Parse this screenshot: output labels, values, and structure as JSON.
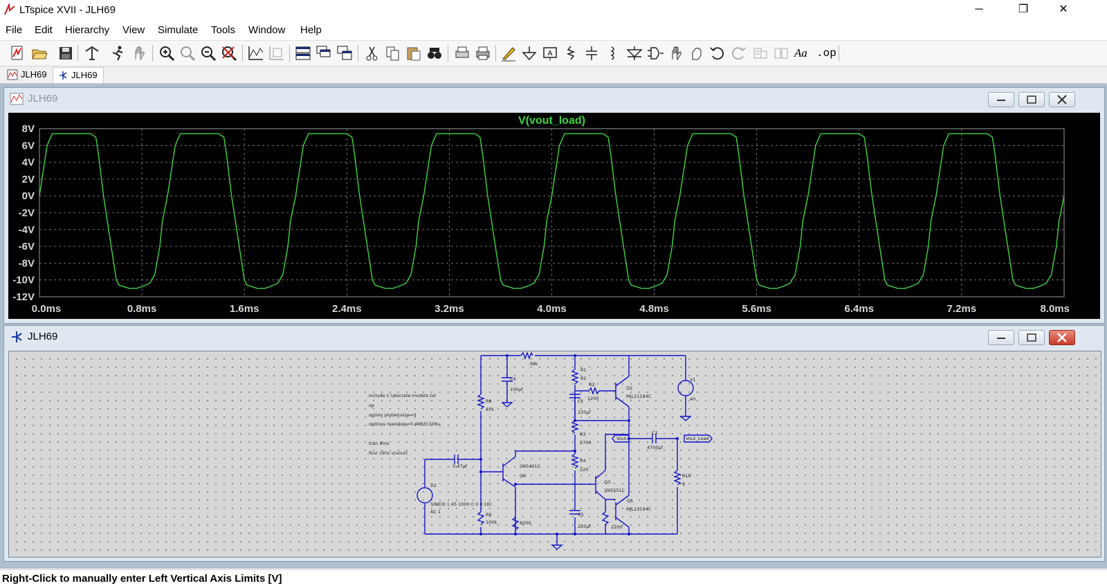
{
  "window": {
    "title": "LTspice XVII - JLH69",
    "minimize_glyph": "─",
    "maximize_glyph": "❐",
    "close_glyph": "✕"
  },
  "menu": [
    "File",
    "Edit",
    "Hierarchy",
    "View",
    "Simulate",
    "Tools",
    "Window",
    "Help"
  ],
  "toolbar": {
    "icons": [
      "new-schematic-icon",
      "open-icon",
      "save-icon",
      "control-panel-icon",
      "run-icon",
      "halt-icon",
      "zoom-in-icon",
      "zoom-area-icon",
      "zoom-out-icon",
      "zoom-full-icon",
      "autorange-icon",
      "plot-settings-icon",
      "tile-horizontal-icon",
      "cascade-icon",
      "tile-vertical-icon",
      "cut-icon",
      "copy-icon",
      "paste-icon",
      "find-icon",
      "print-preview-icon",
      "print-icon",
      "draw-wire-icon",
      "ground-icon",
      "label-net-icon",
      "resistor-icon",
      "capacitor-icon",
      "inductor-icon",
      "diode-icon",
      "component-icon",
      "move-icon",
      "drag-icon",
      "undo-icon",
      "redo-icon",
      "rotate-icon",
      "mirror-icon",
      "text-icon",
      "spice-directive-icon"
    ],
    "op_label": ".op",
    "text_label": "Aa"
  },
  "tabs": [
    {
      "label": "JLH69",
      "icon": "waveform-icon",
      "active": false
    },
    {
      "label": "JLH69",
      "icon": "schematic-icon",
      "active": true
    }
  ],
  "plot_window": {
    "title": "JLH69",
    "trace_name": "V(vout_load)",
    "trace_color": "#3fd63f",
    "chart_data": {
      "type": "line",
      "title": "V(vout_load)",
      "x_unit": "ms",
      "ylim": [
        -12,
        8
      ],
      "xlim": [
        0.0,
        8.0
      ],
      "x_ticks": [
        "0.0ms",
        "0.8ms",
        "1.6ms",
        "2.4ms",
        "3.2ms",
        "4.0ms",
        "4.8ms",
        "5.6ms",
        "6.4ms",
        "7.2ms",
        "8.0ms"
      ],
      "y_ticks": [
        "8V",
        "6V",
        "4V",
        "2V",
        "0V",
        "-2V",
        "-4V",
        "-6V",
        "-8V",
        "-10V",
        "-12V"
      ],
      "grid": true,
      "series": [
        {
          "name": "V(vout_load)",
          "period_ms": 1.0,
          "high_v": 7.4,
          "low_v": -11.0,
          "x": [
            0.0,
            0.06,
            0.1,
            0.4,
            0.44,
            0.46,
            0.5,
            0.56,
            0.6,
            0.62,
            0.7,
            0.76,
            0.8,
            0.86,
            0.9,
            0.94,
            0.96,
            1.0
          ],
          "y": [
            0.0,
            6.0,
            7.4,
            7.4,
            7.0,
            5.0,
            0.0,
            -6.0,
            -10.0,
            -10.6,
            -11.0,
            -11.0,
            -10.8,
            -10.4,
            -9.4,
            -6.0,
            -3.0,
            0.0
          ]
        }
      ]
    }
  },
  "schematic_window": {
    "title": "JLH69",
    "directives": [
      ".include C:\\discrete models.txt",
      ".op",
      ".option plotwinsize=0",
      ".options maxstep=0.48831106u",
      ".tran 8ms",
      ".four 1khz v(vout)"
    ],
    "components": [
      {
        "ref": "R7",
        "value": "39k"
      },
      {
        "ref": "C4",
        "value": "100µf"
      },
      {
        "ref": "R8",
        "value": "87k"
      },
      {
        "ref": "R1",
        "value": "82"
      },
      {
        "ref": "R2",
        "value": "1200"
      },
      {
        "ref": "C1",
        "value": "220µf"
      },
      {
        "ref": "Q2",
        "value": "MJL21194C"
      },
      {
        "ref": "V1",
        "value": "40"
      },
      {
        "ref": "R3",
        "value": "2700"
      },
      {
        "ref": "C2",
        "value": "4700µf"
      },
      {
        "ref": "R4",
        "value": "220"
      },
      {
        "ref": "C3",
        "value": "0.47µf"
      },
      {
        "ref": "Q4",
        "value": "2N5401C"
      },
      {
        "ref": "Q3",
        "value": "2N5551C"
      },
      {
        "ref": "Q1",
        "value": "MJL21194C"
      },
      {
        "ref": "R10",
        "value": "8"
      },
      {
        "ref": "V2",
        "value": "SINE(0 1.45 1000 0 0 0 16)",
        "extra": "AC 1"
      },
      {
        "ref": "R6",
        "value": "100k"
      },
      {
        "ref": "R5",
        "value": "8200"
      },
      {
        "ref": "C5",
        "value": "220µf"
      },
      {
        "ref": "R9",
        "value": "2200"
      }
    ],
    "net_labels": [
      "Vout",
      "Vout_Load"
    ]
  },
  "status": "Right-Click to manually enter Left Vertical Axis Limits [V]"
}
